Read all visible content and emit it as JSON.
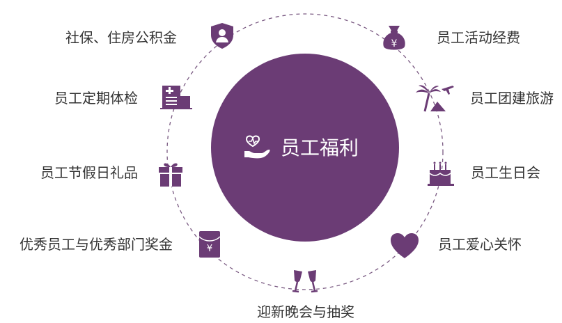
{
  "colors": {
    "accent": "#6b3c75",
    "ring": "#7a5a82",
    "text": "#333333",
    "icon_bg": "#ffffff"
  },
  "center": {
    "title": "员工福利",
    "icon": "heart-hand-icon"
  },
  "items": [
    {
      "label": "社保、住房公积金",
      "icon": "shield-user-icon"
    },
    {
      "label": "员工定期体检",
      "icon": "hospital-icon"
    },
    {
      "label": "员工节假日礼品",
      "icon": "gift-icon"
    },
    {
      "label": "优秀员工与优秀部门奖金",
      "icon": "red-envelope-icon"
    },
    {
      "label": "迎新晚会与抽奖",
      "icon": "wine-glasses-icon"
    },
    {
      "label": "员工活动经费",
      "icon": "money-bag-icon"
    },
    {
      "label": "员工团建旅游",
      "icon": "palm-plane-icon"
    },
    {
      "label": "员工生日会",
      "icon": "birthday-cake-icon"
    },
    {
      "label": "员工爱心关怀",
      "icon": "heart-icon"
    }
  ]
}
